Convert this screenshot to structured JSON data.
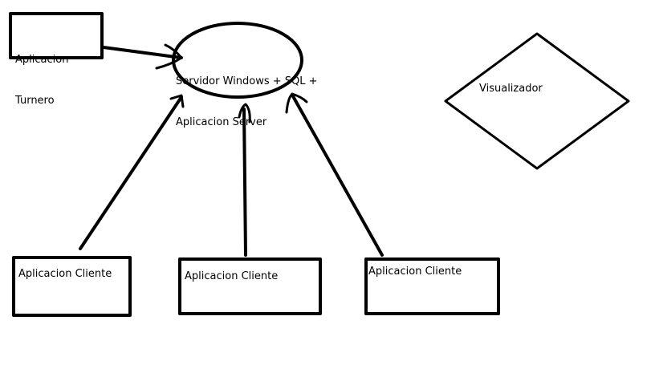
{
  "diagram": {
    "colors": {
      "stroke": "#000000",
      "background": "#ffffff",
      "text": "#000000"
    },
    "nodes": {
      "turnero": {
        "shape": "rectangle",
        "line1": "Aplicacion",
        "line2": "Turnero"
      },
      "server": {
        "shape": "ellipse",
        "line1": "Servidor Windows + SQL +",
        "line2": "Aplicacion Server"
      },
      "visualizador": {
        "shape": "diamond",
        "label": "Visualizador"
      },
      "cliente_1": {
        "shape": "rectangle",
        "label": "Aplicacion Cliente"
      },
      "cliente_2": {
        "shape": "rectangle",
        "label": "Aplicacion Cliente"
      },
      "cliente_3": {
        "shape": "rectangle",
        "label": "Aplicacion Cliente"
      }
    },
    "edges": [
      {
        "from": "turnero",
        "to": "server"
      },
      {
        "from": "cliente_1",
        "to": "server"
      },
      {
        "from": "cliente_2",
        "to": "server"
      },
      {
        "from": "cliente_3",
        "to": "server"
      }
    ]
  }
}
